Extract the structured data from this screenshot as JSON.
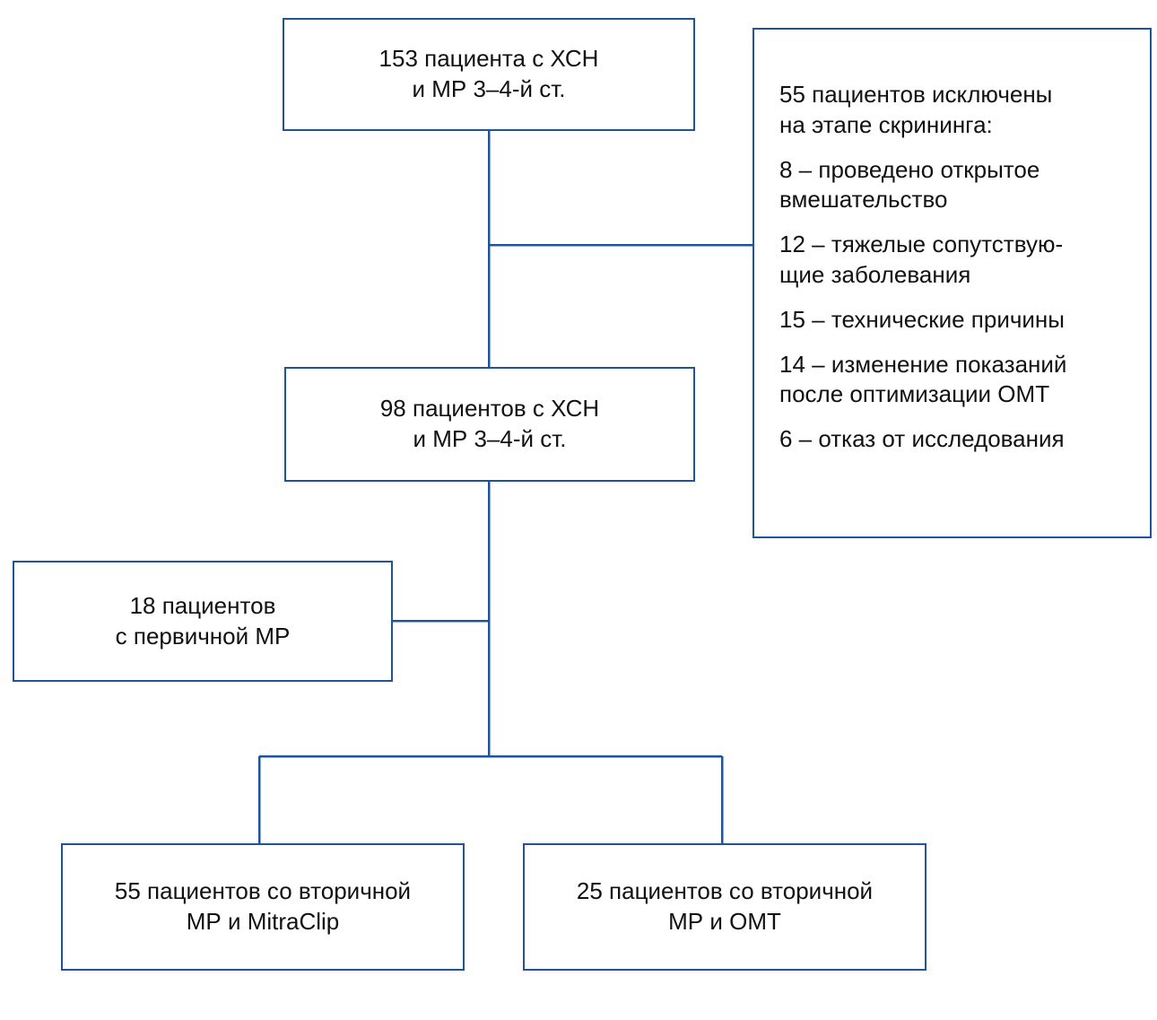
{
  "diagram": {
    "type": "flowchart",
    "language": "ru",
    "stroke_color": "#1f5598",
    "background_color": "#ffffff",
    "text_color": "#111111"
  },
  "nodes": {
    "screened": {
      "text": "153 пациента с ХСН\nи МР 3–4-й ст.",
      "count": 153
    },
    "enrolled": {
      "text": "98 пациентов с ХСН\nи МР 3–4-й ст.",
      "count": 98
    },
    "primary_mr": {
      "text": "18 пациентов\nс первичной МР",
      "count": 18
    },
    "secondary_mitraclip": {
      "text": "55 пациентов со вторичной\nМР и MitraClip",
      "count": 55
    },
    "secondary_omt": {
      "text": "25 пациентов со вторичной\nМР и ОМТ",
      "count": 25
    },
    "excluded": {
      "count": 55,
      "lines": [
        "55 пациентов исключены\nна этапе скрининга:",
        "8 – проведено открытое\nвмешательство",
        "12 – тяжелые сопутствую-\nщие заболевания",
        "15 – технические причины",
        "14 – изменение показаний\nпосле оптимизации ОМТ",
        "6 – отказ от исследования"
      ]
    }
  }
}
